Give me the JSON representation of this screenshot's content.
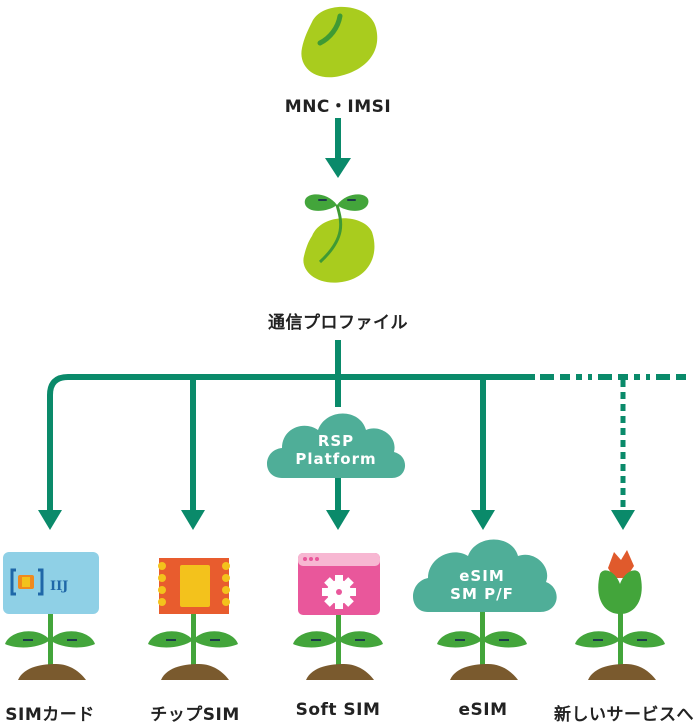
{
  "colors": {
    "arrow": "#0a8a6a",
    "bean": "#a9cc1e",
    "leaf": "#43a53b",
    "cloud": "#4fae98",
    "soil": "#7a5a2e",
    "sim_card_bg": "#8fd0e6",
    "chip_orange": "#e85c2e",
    "chip_yellow": "#f3c21c",
    "soft_sim_pink": "#e9579b",
    "soft_sim_light": "#f7b7d2",
    "tulip_red": "#e05a2c"
  },
  "top": {
    "seed_label": "MNC・IMSI",
    "sprout_label": "通信プロファイル"
  },
  "platform": {
    "line1": "RSP",
    "line2": "Platform"
  },
  "branches": [
    {
      "label": "SIMカード",
      "icon": "sim-card-icon",
      "card_text": "IIJ",
      "style": "solid"
    },
    {
      "label": "チップSIM",
      "icon": "chip-sim-icon",
      "style": "solid"
    },
    {
      "label": "Soft SIM",
      "icon": "soft-sim-gear-icon",
      "style": "solid"
    },
    {
      "label": "eSIM",
      "icon": "esim-cloud-icon",
      "cloud_line1": "eSIM",
      "cloud_line2": "SM P/F",
      "style": "solid"
    },
    {
      "label": "新しいサービスへ",
      "icon": "tulip-icon",
      "style": "dashed"
    }
  ]
}
